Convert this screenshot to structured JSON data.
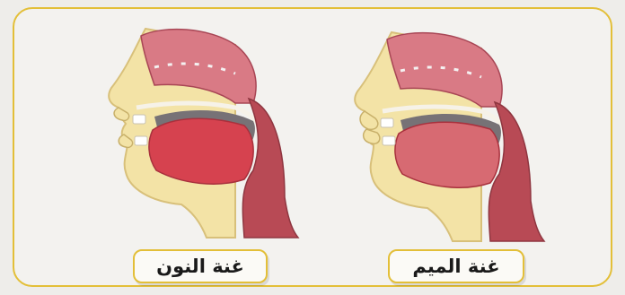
{
  "diagrams": [
    {
      "id": "noon",
      "caption": "غنة النون"
    },
    {
      "id": "meem",
      "caption": "غنة الميم"
    }
  ],
  "colors": {
    "frame_border": "#e3bf38",
    "skin": "#f3e3a6",
    "nasal_cavity": "#d97a85",
    "tongue": "#d6424f",
    "tongue_meem": "#d76a72",
    "pharynx": "#b84a55",
    "mouth_shadow": "#777276"
  }
}
